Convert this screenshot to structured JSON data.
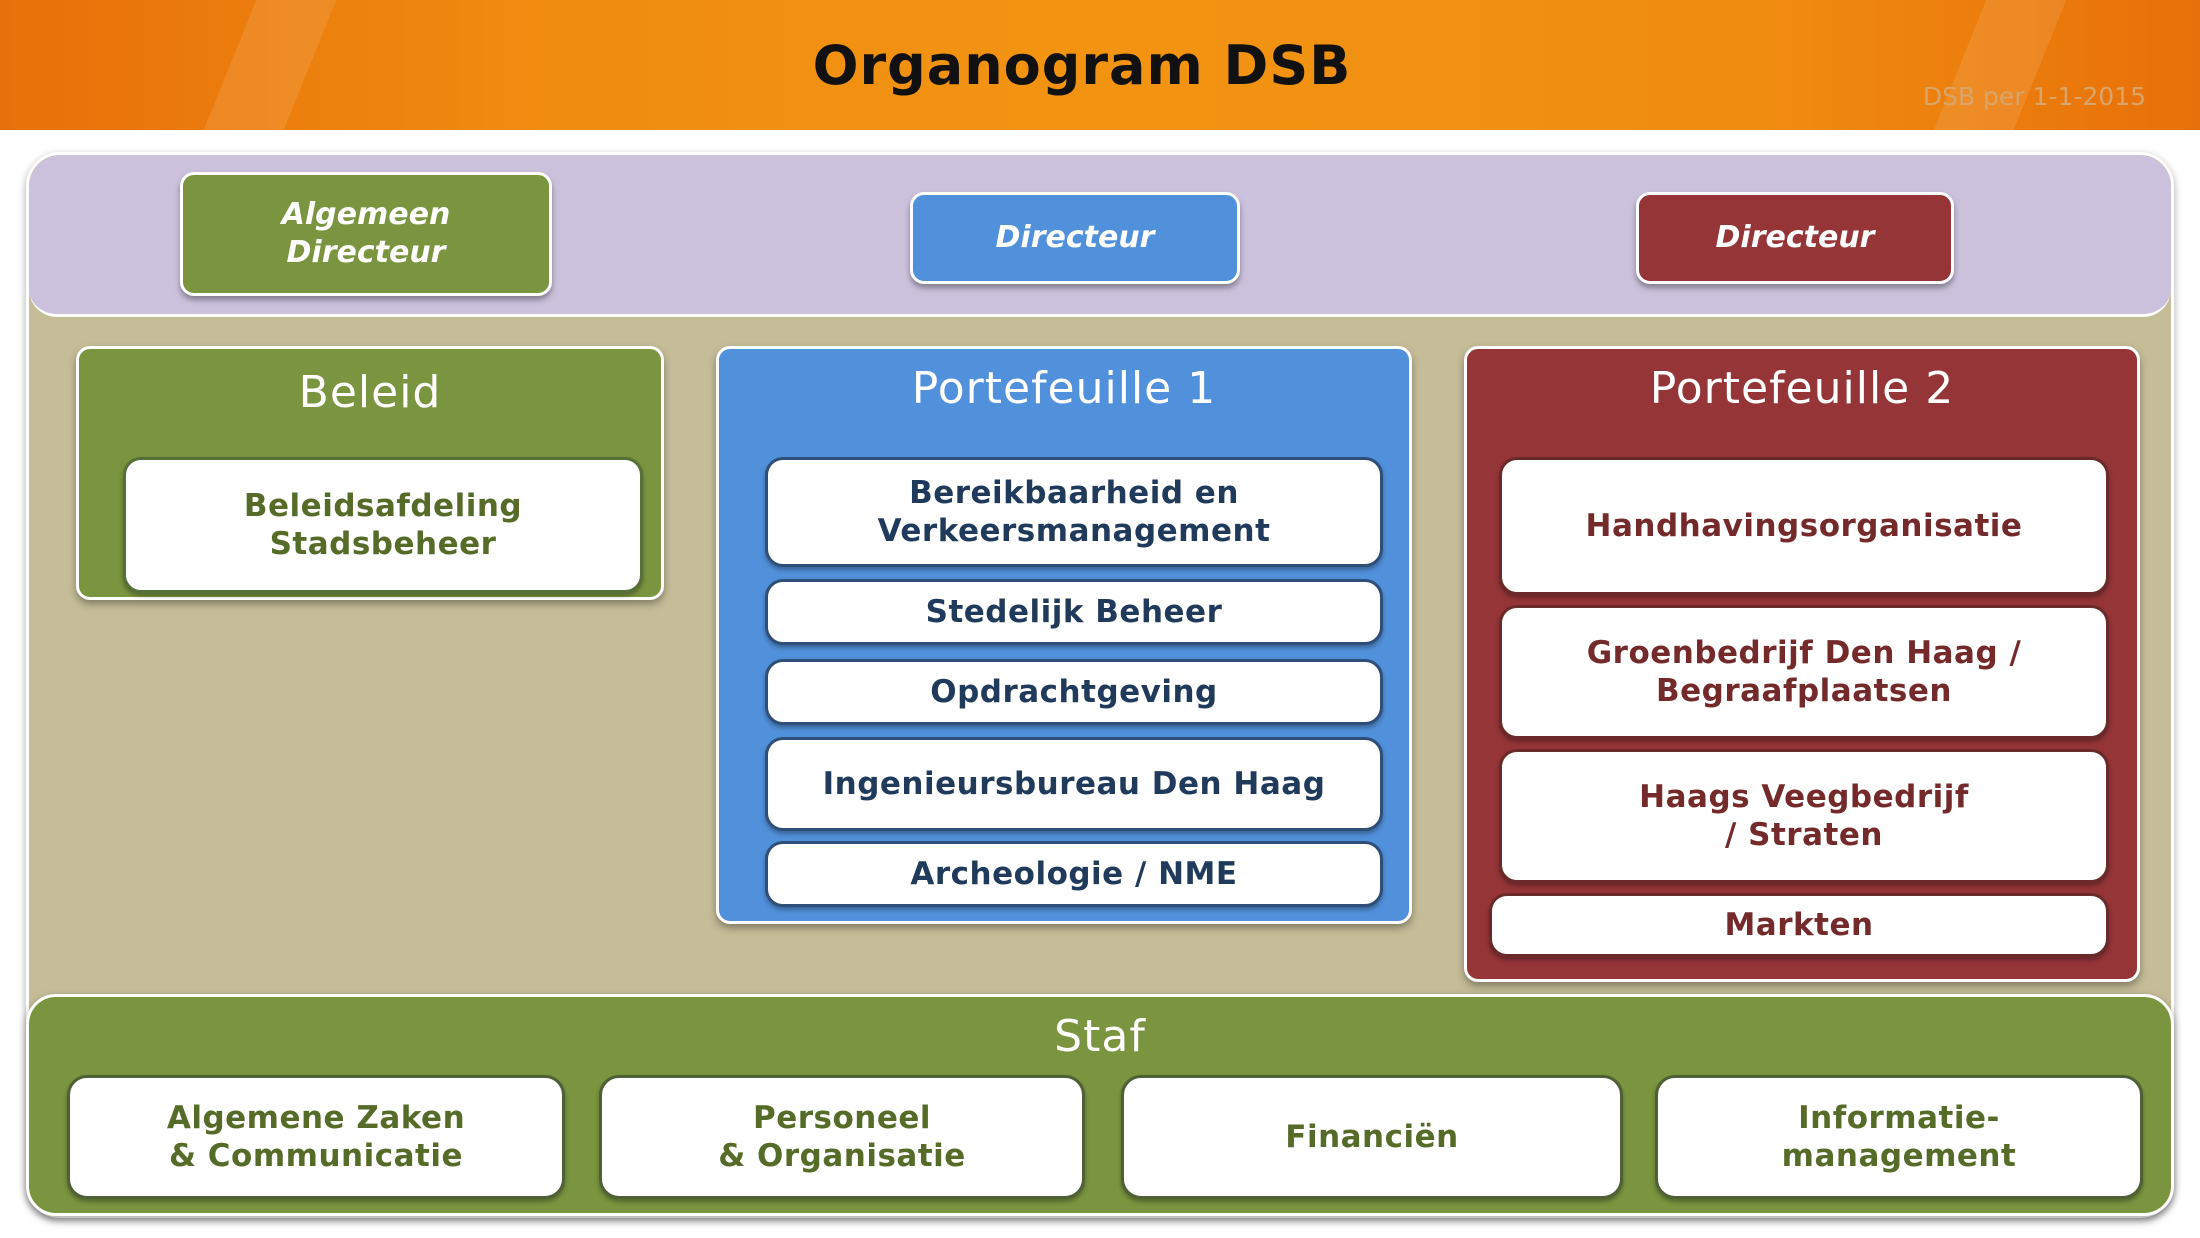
{
  "header": {
    "title": "Organogram DSB",
    "date_note": "DSB per 1-1-2015"
  },
  "directors": [
    {
      "label": "Algemeen\nDirecteur"
    },
    {
      "label": "Directeur"
    },
    {
      "label": "Directeur"
    }
  ],
  "beleid": {
    "title": "Beleid",
    "units": [
      "Beleidsafdeling\nStadsbeheer"
    ]
  },
  "portefeuille1": {
    "title": "Portefeuille 1",
    "units": [
      "Bereikbaarheid en\nVerkeersmanagement",
      "Stedelijk Beheer",
      "Opdrachtgeving",
      "Ingenieursbureau Den Haag",
      "Archeologie / NME"
    ]
  },
  "portefeuille2": {
    "title": "Portefeuille 2",
    "units": [
      "Handhavingsorganisatie",
      "Groenbedrijf Den Haag /\nBegraafplaatsen",
      "Haags Veegbedrijf\n/ Straten",
      "Markten"
    ]
  },
  "staf": {
    "title": "Staf",
    "units": [
      "Algemene Zaken\n& Communicatie",
      "Personeel\n& Organisatie",
      "Financiën",
      "Informatie-\nmanagement"
    ]
  },
  "colors": {
    "banner": "#f29412",
    "green": "#7a943f",
    "blue": "#5190da",
    "red": "#953538",
    "panel": "#c5bd98",
    "top_band": "#cbc1dc"
  }
}
